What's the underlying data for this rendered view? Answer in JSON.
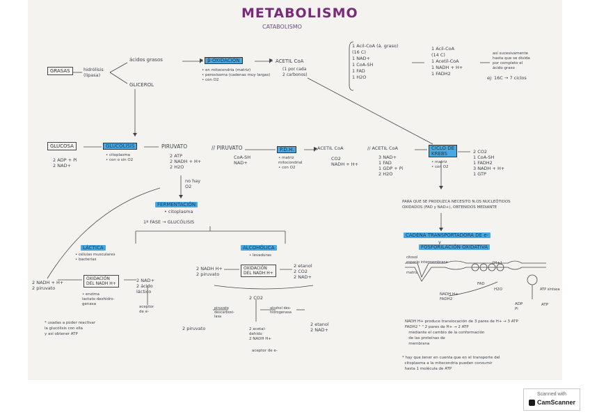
{
  "header": {
    "title": "METABOLISMO",
    "subtitle": "CATABOLISMO"
  },
  "left": {
    "grasas": "GRASAS",
    "hidrolisis": "hidrólisis\n(lipasa)",
    "acidos_grasos": "ácidos grasos",
    "glicerol": "GLICEROL"
  },
  "beta_oxidacion": {
    "label": "β-OXIDACIÓN",
    "notes": "• en mitocondria (matriz)\n• peroxisoma (cadenas muy largas)\n• con O2",
    "acetil_coa": "ACETIL CoA",
    "acetil_note": "(1 por cada\n2 carbonos)"
  },
  "acyl_block": {
    "in": "1 Acil-CoA (á. graso)\n(16 C)\n1 NAD+\n1 CoA-SH\n1 FAD\n1 H2O",
    "out": "1 Acil-CoA\n(14 C)\n1 Acetil-CoA\n1 NADH + H+\n1 FADH2",
    "note": "así sucesivamente\nhasta que se divida\npor completo el\nácido graso",
    "example": "ej: 16C → 7 ciclos"
  },
  "glucolisis": {
    "glucosa": "GLUCOSA",
    "glucosa_products": "2 ADP + Pi\n2 NAD+",
    "label": "GLUCÓLISIS",
    "notes": "• citoplasma\n• con o sin O2",
    "piruvato": "PIRUVATO",
    "piruvato_products": "2 ATP\n2 NADH + H+\n2 H2O",
    "no_hay": "no hay\nO2"
  },
  "pdh": {
    "piruvato": "// PIRUVATO",
    "inputs": "CoA-SH\nNAD+",
    "label": "P.D.H.",
    "notes": "• matriz\nmitocondrial\n• con O2",
    "acetil": "ACETIL CoA",
    "outputs": "CO2\nNADH + H+"
  },
  "krebs": {
    "acetil": "// ACETIL CoA",
    "inputs": "3 NAD+\n1 FAD\n1 GDP + Pi\n2 H2O",
    "label": "CICLO DE\nKREBS",
    "notes": "• matriz\n• con O2",
    "outputs": "2 CO2\n1 CoA-SH\n1 FADH2\n3 NADH + H+\n1 GTP",
    "after": "PARA QUE SE PRODUZCA NECESITO N.OS NUCLEÓTIDOS\nOXIDADOS (FAD y NAD+), OBTENIDOS MEDIANTE"
  },
  "fermentacion": {
    "label": "FERMENTACIÓN",
    "note": "• citoplasma",
    "fase": "1ª FASE → GLUCÓLISIS",
    "lactica": {
      "label": "LÁCTICA",
      "notes": "• células musculares\n• bacterias",
      "in": "2 NADH + H+\n2 piruvato",
      "enzyme": "OXIDACIÓN\nDEL NADH H+",
      "out": "2 NAD+\n2 ácido\nláctico",
      "enzyme2": "• enzima\nlactato deshidro-\ngenasa",
      "acceptor": "aceptor\nde e-",
      "note": "* usadas a poder reactivar\nla glucólisis con ella\ny así obtener ATP"
    },
    "alcoholica": {
      "label": "ALCOHÓLICA",
      "notes": "• levaduras",
      "in": "2 NADH H+\n2 piruvato",
      "enzyme": "OXIDACIÓN\nDEL NADH H+",
      "out": "2 etanol\n2 CO2\n2 NAD+",
      "co2": "2 CO2",
      "piruvato_desc": "piruvato\ndescarboxi-\nlasa",
      "alcohol_desh": "alcohol des-\nhidrogenasa",
      "piruvato_bottom": "2 piruvato",
      "acetaldehido": "2 acetal-\ndehído\n2 NADH H+",
      "aceptor": "aceptor de e-",
      "etanol": "2 etanol\n2 NAD+"
    }
  },
  "cadena": {
    "label": "CADENA TRANSPORTADORA DE e-",
    "y": "y",
    "fosforilacion": "FOSFORILACIÓN OXIDATIVA",
    "citosol": "citosol",
    "membrana": "espacio intermembrana",
    "matriz": "matriz",
    "h_plus": "[H+]",
    "nadh": "NADH H+\nFADH2",
    "fad": "FAD",
    "h2o": "H2O",
    "atp_synthase": "ATP sintasa",
    "adp": "ADP\nPi",
    "atp": "ATP",
    "notes": "NADH H+ produce translocación de 3 pares de H+ → 3 ATP\nFADH2 \" \" 2 pares de H+ → 2 ATP\n   mediante el cambio de la conformación\n   de las proteínas de\n   membrana",
    "note2": "* hay que tener en cuenta que en el transporte del\n  citoplasma a la mitocondria pueden consumir\n  hasta 1 molécula de ATP"
  },
  "scanner": {
    "line1": "Scanned with",
    "line2": "CamScanner"
  }
}
